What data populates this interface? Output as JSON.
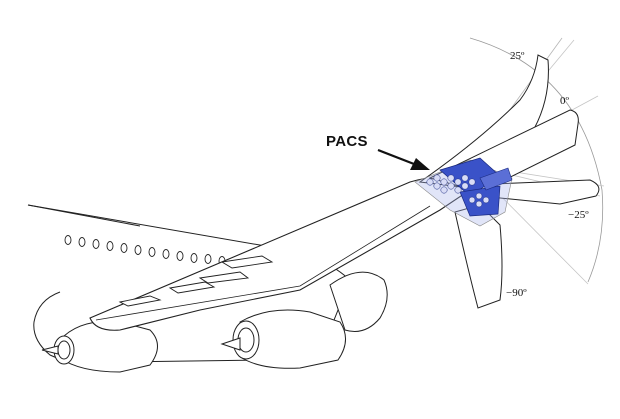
{
  "annotation": {
    "mechanism_label": "PACS"
  },
  "fold_angles": [
    "25º",
    "0º",
    "−25º",
    "−90º"
  ],
  "colors": {
    "outline": "#222222",
    "wing_fill": "#ffffff",
    "hinge_blue": "#3a52c8",
    "hinge_light": "#aab4ec",
    "arc_gray": "#888888"
  }
}
